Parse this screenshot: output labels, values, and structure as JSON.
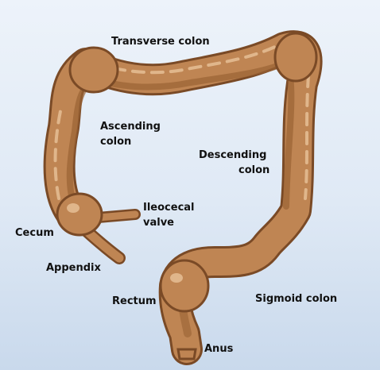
{
  "labels": {
    "transverse": "Transverse colon",
    "ascending_1": "Ascending",
    "ascending_2": "colon",
    "descending_1": "Descending",
    "descending_2": "colon",
    "ileocecal_1": "Ileocecal",
    "ileocecal_2": "valve",
    "cecum": "Cecum",
    "appendix": "Appendix",
    "rectum": "Rectum",
    "sigmoid": "Sigmoid colon",
    "anus": "Anus"
  },
  "colors": {
    "background": "#dfe9f5",
    "colon_fill": "#bf8553",
    "colon_outline": "#7a4a26",
    "colon_shadow": "#9a6334",
    "colon_highlight": "#e8c29a",
    "label_text": "#111111"
  }
}
